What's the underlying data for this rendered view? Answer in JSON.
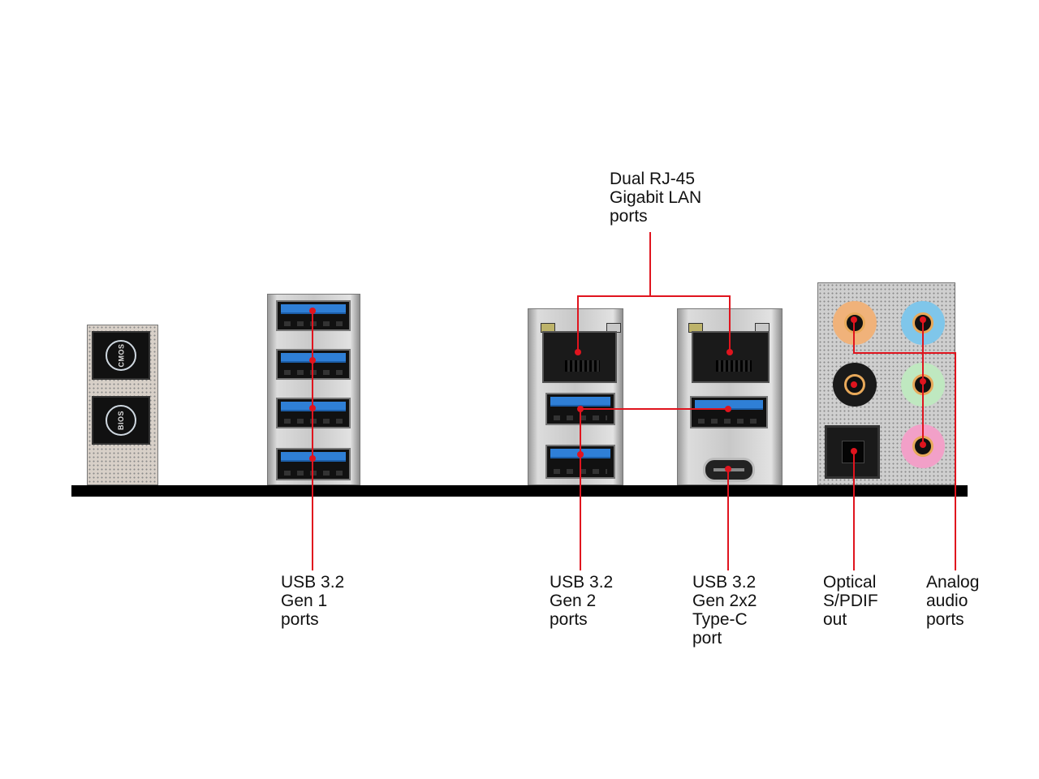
{
  "diagram": {
    "subject": "Motherboard rear I/O panel",
    "colors": {
      "callout_line": "#e0141e",
      "usb_blue": "#2f7fd6",
      "label_text": "#111111",
      "base_bar": "#000000"
    },
    "buttons": [
      {
        "label": "CMOS",
        "icon": "clear-cmos-icon"
      },
      {
        "label": "BIOS",
        "icon": "bios-flashback-icon"
      }
    ],
    "audio_jacks": [
      {
        "color": "#f0b27a",
        "name": "orange"
      },
      {
        "color": "#7fc6ea",
        "name": "blue"
      },
      {
        "color": "#1a1a1a",
        "name": "black"
      },
      {
        "color": "#bfe8c0",
        "name": "green"
      },
      {
        "color": "#f2a0c8",
        "name": "pink"
      }
    ],
    "labels": {
      "lan": "Dual RJ-45\nGigabit LAN\nports",
      "usb_gen1": "USB 3.2\nGen 1\nports",
      "usb_gen2": "USB 3.2\nGen 2\nports",
      "usb_typec": "USB 3.2\nGen 2x2\nType-C\nport",
      "optical": "Optical\nS/PDIF\nout",
      "analog": "Analog\naudio\nports"
    }
  }
}
